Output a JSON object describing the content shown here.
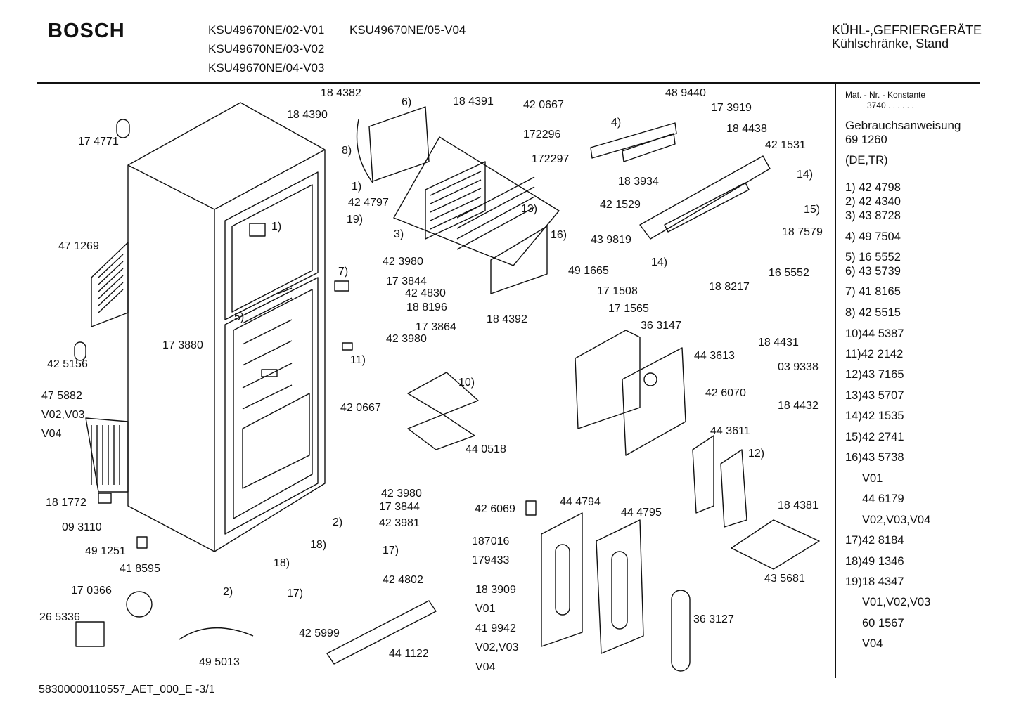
{
  "header": {
    "brand": "BOSCH",
    "models": [
      "KSU49670NE/02-V01",
      "KSU49670NE/05-V04",
      "KSU49670NE/03-V02",
      "KSU49670NE/04-V03"
    ],
    "category": "KÜHL-,GEFRIERGERÄTE",
    "subcategory": "Kühlschränke, Stand"
  },
  "sidebar": {
    "mat_label": "Mat. - Nr. - Konstante",
    "mat_value": "3740 . . . . . .",
    "manual_title": "Gebrauchsanweisung",
    "manual_number": "69 1260",
    "manual_lang": "(DE,TR)",
    "items": [
      "1) 42 4798",
      "2) 42 4340",
      "3) 43 8728",
      "4) 49 7504",
      "5) 16 5552",
      "6) 43 5739",
      "7) 41 8165",
      "8) 42 5515",
      "10)44 5387",
      "11)42 2142",
      "12)43 7165",
      "13)43 5707",
      "14)42 1535",
      "15)42 2741",
      "16)43 5738",
      "V01",
      "44 6179",
      "V02,V03,V04",
      "17)42 8184",
      "18)49 1346",
      "19)18 4347",
      "V01,V02,V03",
      "60 1567",
      "V04"
    ]
  },
  "labels": [
    "18 4382",
    "18 4390",
    "6)",
    "18 4391",
    "42 0667",
    "172296",
    "172297",
    "48 9440",
    "17 3919",
    "4)",
    "18 4438",
    "42 1531",
    "18 3934",
    "17 4771",
    "8)",
    "1)",
    "42 4797",
    "19)",
    "3)",
    "13)",
    "16)",
    "42 1529",
    "43 9819",
    "14)",
    "15)",
    "18 7579",
    "14)",
    "18 8217",
    "16 5552",
    "47 1269",
    "1)",
    "7)",
    "42 3980",
    "17 3844",
    "42 4830",
    "18 8196",
    "17 3864",
    "42 3980",
    "11)",
    "49 1665",
    "17 1508",
    "17 1565",
    "18 4392",
    "36 3147",
    "5)",
    "17 3880",
    "42 5156",
    "18 4431",
    "44 3613",
    "03 9338",
    "42 6070",
    "18 4432",
    "10)",
    "42 0667",
    "44 0518",
    "47 5882",
    "V02,V03",
    "V04",
    "44 3611",
    "12)",
    "42 3980",
    "17 3844",
    "42 3981",
    "2)",
    "18)",
    "17)",
    "18)",
    "17)",
    "42 4802",
    "2)",
    "42 6069",
    "44 4794",
    "44 4795",
    "18 4381",
    "18 1772",
    "09 3110",
    "49 1251",
    "41 8595",
    "187016",
    "179433",
    "18 3909",
    "V01",
    "41 9942",
    "V02,V03",
    "V04",
    "43 5681",
    "17 0366",
    "26 5336",
    "36 3127",
    "42 5999",
    "44 1122",
    "49 5013"
  ],
  "footer": "58300000110557_AET_000_E  -3/1"
}
